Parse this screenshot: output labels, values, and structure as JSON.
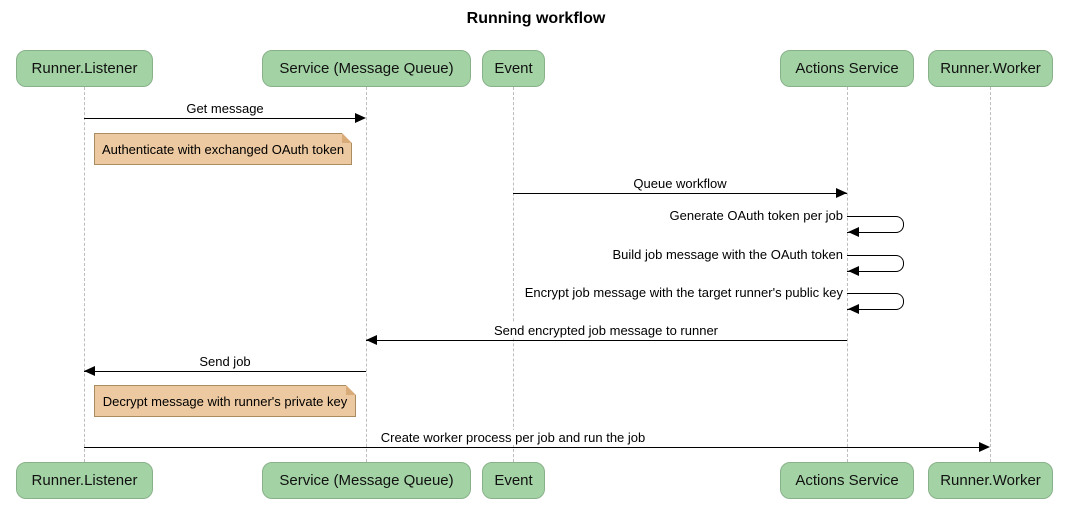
{
  "title": "Running workflow",
  "diagram_type": "sequence",
  "participants": [
    {
      "label": "Runner.Listener"
    },
    {
      "label": "Service (Message Queue)"
    },
    {
      "label": "Event"
    },
    {
      "label": "Actions Service"
    },
    {
      "label": "Runner.Worker"
    }
  ],
  "messages": [
    {
      "label": "Get message",
      "from": "Runner.Listener",
      "to": "Service (Message Queue)",
      "type": "solid-arrow"
    },
    {
      "label": "Queue workflow",
      "from": "Event",
      "to": "Actions Service",
      "type": "solid-arrow"
    },
    {
      "label": "Generate OAuth token per job",
      "from": "Actions Service",
      "to": "Actions Service",
      "type": "self-loop"
    },
    {
      "label": "Build job message with the OAuth token",
      "from": "Actions Service",
      "to": "Actions Service",
      "type": "self-loop"
    },
    {
      "label": "Encrypt job message with the target runner's public key",
      "from": "Actions Service",
      "to": "Actions Service",
      "type": "self-loop"
    },
    {
      "label": "Send encrypted job message to runner",
      "from": "Actions Service",
      "to": "Service (Message Queue)",
      "type": "solid-arrow"
    },
    {
      "label": "Send job",
      "from": "Service (Message Queue)",
      "to": "Runner.Listener",
      "type": "solid-arrow"
    },
    {
      "label": "Create worker process per job and run the job",
      "from": "Runner.Listener",
      "to": "Runner.Worker",
      "type": "solid-arrow"
    }
  ],
  "notes": [
    {
      "text": "Authenticate with exchanged OAuth token",
      "anchor": "Runner.Listener"
    },
    {
      "text": "Decrypt message with runner's private key",
      "anchor": "Runner.Listener"
    }
  ],
  "colors": {
    "background": "#ffffff",
    "actor_fill": "#a3d3a4",
    "actor_border": "#88b189",
    "note_fill": "#ecc9a0",
    "note_border": "#a98c5f",
    "lifeline": "#bdbdbd",
    "arrow": "#000000",
    "text": "#000000"
  }
}
